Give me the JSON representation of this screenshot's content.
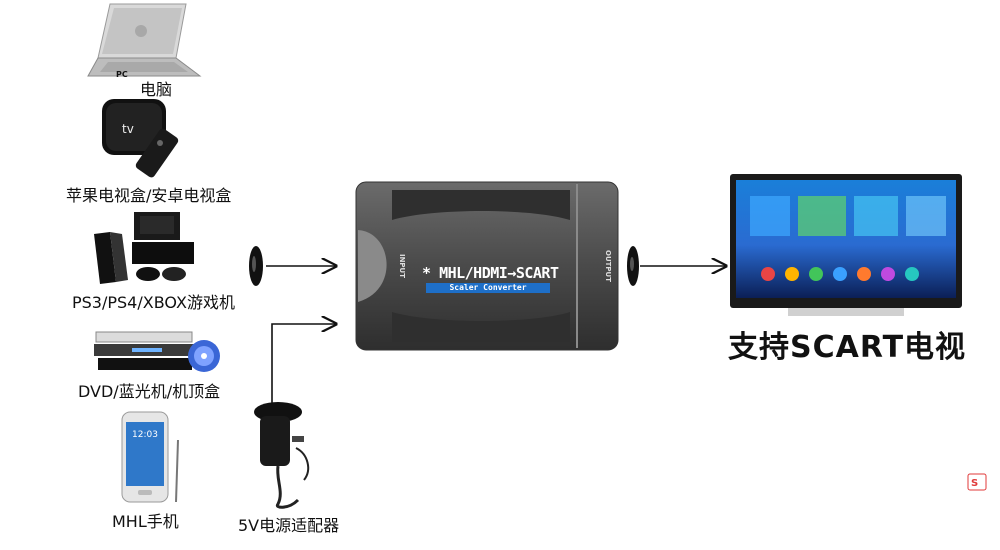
{
  "sources": {
    "pc_tag": "PC",
    "pc_label": "电脑",
    "tvbox_label": "苹果电视盒/安卓电视盒",
    "console_label": "PS3/PS4/XBOX游戏机",
    "dvd_label": "DVD/蓝光机/机顶盒",
    "phone_label": "MHL手机",
    "phone_time": "12:03",
    "power_label": "5V电源适配器"
  },
  "converter": {
    "title": "MHL/HDMI",
    "arrow_symbol": "→",
    "target": "SCART",
    "subtitle": "Scaler Converter",
    "input_label": "INPUT",
    "output_label": "OUTPUT"
  },
  "destination": {
    "caption": "支持SCART电视"
  },
  "colors": {
    "device_gray": "#4a4a4a",
    "screen_blue": "#1e5fa8",
    "label_blue": "#1e6fc8"
  }
}
